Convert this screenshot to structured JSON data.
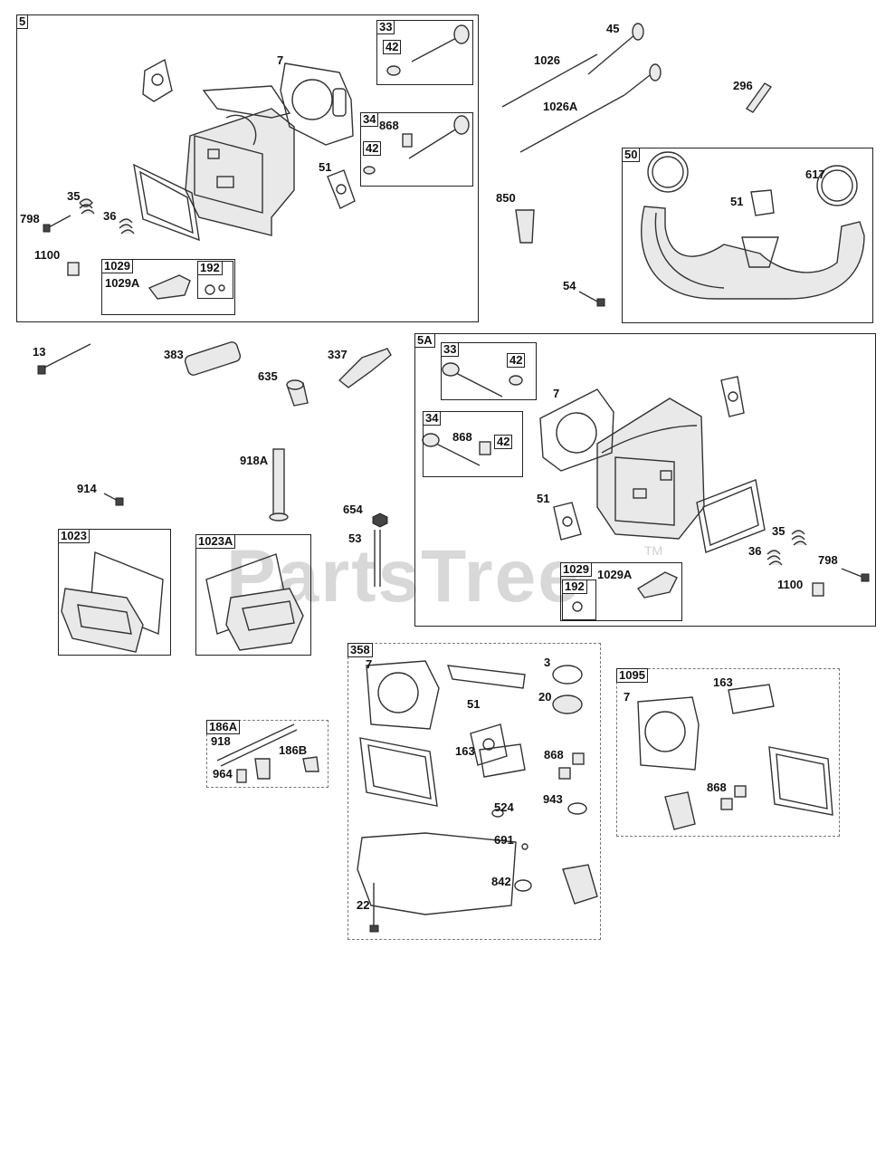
{
  "watermark": "PartsTree",
  "trademark": "TM",
  "groups": [
    {
      "id": "5",
      "label": "5"
    },
    {
      "id": "33a",
      "label": "33"
    },
    {
      "id": "34a",
      "label": "34"
    },
    {
      "id": "1029a",
      "label": "1029"
    },
    {
      "id": "192a",
      "label": "192"
    },
    {
      "id": "50",
      "label": "50"
    },
    {
      "id": "5A",
      "label": "5A"
    },
    {
      "id": "33b",
      "label": "33"
    },
    {
      "id": "34b",
      "label": "34"
    },
    {
      "id": "1029b",
      "label": "1029"
    },
    {
      "id": "192b",
      "label": "192"
    },
    {
      "id": "1023",
      "label": "1023"
    },
    {
      "id": "1023A",
      "label": "1023A"
    },
    {
      "id": "186A",
      "label": "186A"
    },
    {
      "id": "358",
      "label": "358"
    },
    {
      "id": "1095",
      "label": "1095"
    }
  ],
  "callouts": [
    "7",
    "42",
    "868",
    "42",
    "51",
    "35",
    "798",
    "36",
    "1100",
    "1029A",
    "45",
    "1026",
    "1026A",
    "296",
    "850",
    "617",
    "51",
    "54",
    "13",
    "383",
    "337",
    "635",
    "7",
    "42",
    "868",
    "42",
    "51",
    "35",
    "36",
    "798",
    "1100",
    "1029A",
    "918A",
    "914",
    "654",
    "53",
    "918",
    "186B",
    "964",
    "7",
    "3",
    "51",
    "20",
    "163",
    "868",
    "524",
    "943",
    "691",
    "842",
    "22",
    "7",
    "163",
    "868"
  ]
}
